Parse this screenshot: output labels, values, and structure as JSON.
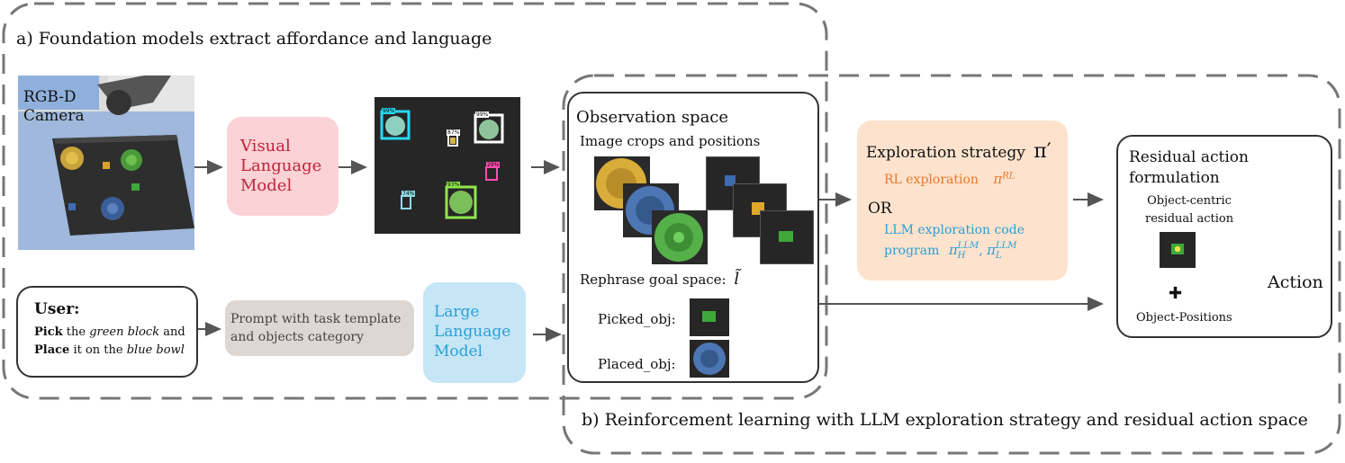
{
  "panel_a": {
    "caption": "a) Foundation models extract affordance and language"
  },
  "panel_b": {
    "caption": "b) Reinforcement learning with LLM exploration strategy and residual action space"
  },
  "camera": {
    "label_line1": "RGB-D",
    "label_line2": "Camera"
  },
  "vlm": {
    "line1": "Visual",
    "line2": "Language",
    "line3": "Model",
    "color": "#c0243c",
    "bg": "#fbd3d6"
  },
  "detections": [
    {
      "label": "99%",
      "color": "#29d8f0"
    },
    {
      "label": "99%",
      "color": "#ffffff"
    },
    {
      "label": "87%",
      "color": "#ffffff"
    },
    {
      "label": "29%",
      "color": "#ff4fae"
    },
    {
      "label": "74%",
      "color": "#8fdbe8"
    },
    {
      "label": "93%",
      "color": "#8ee84a"
    }
  ],
  "user": {
    "title": "User:",
    "line1_bold": "Pick",
    "line1_mid": " the ",
    "line1_italic": "green block",
    "line1_end": "  and",
    "line2_bold": "Place",
    "line2_mid": " it on the ",
    "line2_italic": "blue bowl"
  },
  "prompt": {
    "line1": "Prompt with task template",
    "line2": "and objects category",
    "bg": "#dcd7d5"
  },
  "llm": {
    "line1": "Large",
    "line2": "Language",
    "line3": "Model",
    "color": "#2a9fd8",
    "bg": "#c6e6f6"
  },
  "observation": {
    "title": "Observation space",
    "crops_label": "Image crops and positions",
    "goal_label": "Rephrase goal space:",
    "goal_symbol": "l̃",
    "picked": "Picked_obj:",
    "placed": "Placed_obj:"
  },
  "exploration": {
    "title": "Exploration strategy",
    "title_symbol": "π′",
    "rl": "RL exploration",
    "rl_symbol": "π",
    "rl_sup": "RL",
    "or": "OR",
    "llm_line1": "LLM exploration code",
    "llm_line2": "program",
    "llm_symbol_h": "π",
    "llm_sup": "LLM",
    "llm_sub_h": "H",
    "llm_sub_l": "L",
    "orange": "#e8772a",
    "blue": "#2a9fd8",
    "bg": "#fde3cd"
  },
  "residual": {
    "title_line1": "Residual action",
    "title_line2": "formulation",
    "sub_line1": "Object-centric",
    "sub_line2": "residual action",
    "plus": "✚",
    "positions": "Object-Positions"
  },
  "action": {
    "label": "Action"
  }
}
